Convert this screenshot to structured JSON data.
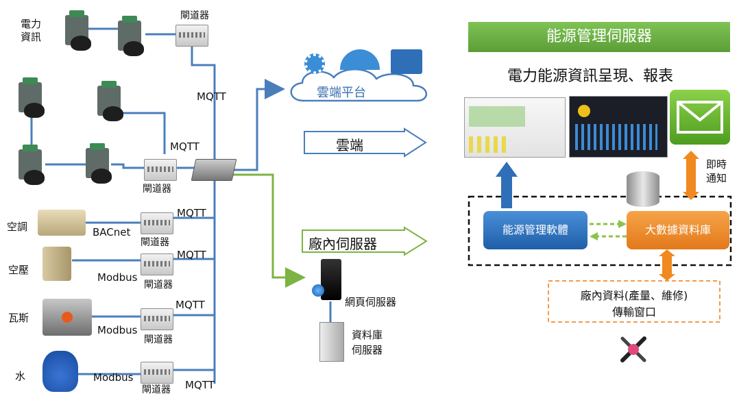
{
  "left": {
    "power_info_label": "電力\n資訊",
    "gateway_label": "閘道器",
    "mqtt": "MQTT",
    "equipment": [
      {
        "name": "空調",
        "protocol": "BACnet",
        "gateway": "閘道器",
        "mqtt": "MQTT"
      },
      {
        "name": "空壓",
        "protocol": "Modbus",
        "gateway": "閘道器",
        "mqtt": "MQTT"
      },
      {
        "name": "瓦斯",
        "protocol": "Modbus",
        "gateway": "閘道器",
        "mqtt": "MQTT"
      },
      {
        "name": "水",
        "protocol": "Modbus",
        "gateway": "閘道器",
        "mqtt": "MQTT"
      }
    ]
  },
  "middle": {
    "cloud_platform": "雲端平台",
    "cloud_arrow": "雲端",
    "factory_server_arrow": "廠內伺服器",
    "web_server": "網頁伺服器",
    "db_server": "資料庫\n伺服器"
  },
  "right": {
    "banner": "能源管理伺服器",
    "subtitle": "電力能源資訊呈現、報表",
    "notify": "即時\n通知",
    "ems_software": "能源管理軟體",
    "big_data_db": "大數據資料庫",
    "factory_data_window": "廠內資料(產量、維修)\n傳輸窗口"
  },
  "colors": {
    "banner_green": "#6ab044",
    "line_blue": "#4a7ebb",
    "line_green": "#7cb342",
    "ems_blue": "#2f6fb8",
    "db_orange": "#f0891f",
    "dashed_orange": "#f29b4c"
  }
}
